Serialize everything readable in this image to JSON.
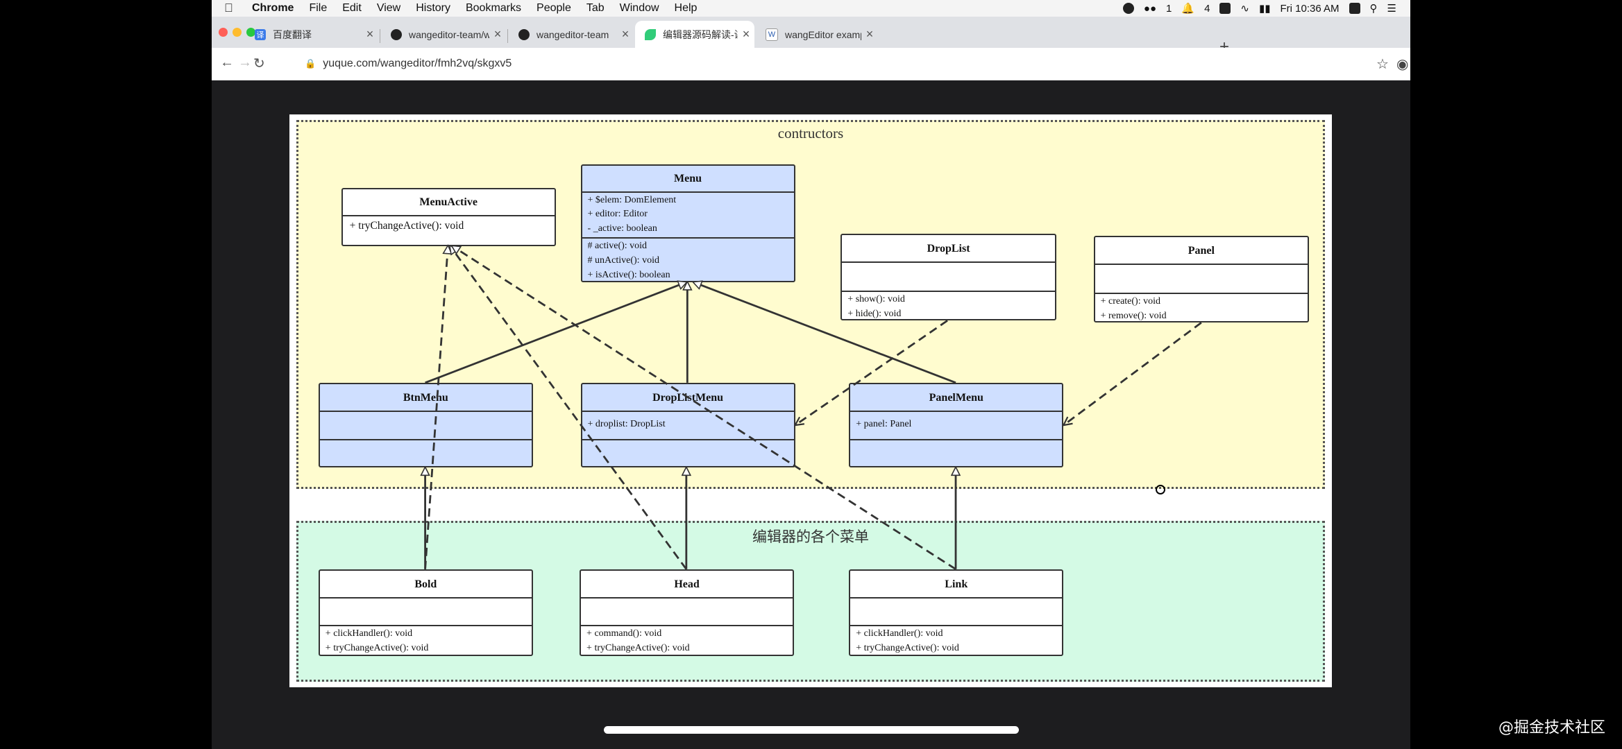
{
  "menubar": {
    "app": "Chrome",
    "items": [
      "File",
      "Edit",
      "View",
      "History",
      "Bookmarks",
      "People",
      "Tab",
      "Window",
      "Help"
    ],
    "wechat_count": "1",
    "bell_count": "4",
    "clock": "Fri 10:36 AM"
  },
  "tabs": [
    {
      "title": "百度翻译",
      "icon": "baidu-translate-icon",
      "icon_text": "译"
    },
    {
      "title": "wangeditor-team/we-next: we",
      "icon": "github-icon"
    },
    {
      "title": "wangeditor-team",
      "icon": "github-icon"
    },
    {
      "title": "编辑器源码解读-讲义 · 语雀",
      "icon": "yuque-icon"
    },
    {
      "title": "wangEditor example",
      "icon": "wangeditor-icon",
      "icon_text": "W"
    }
  ],
  "address": {
    "url": "yuque.com/wangeditor/fmh2vq/skgxv5"
  },
  "diagram": {
    "packages": {
      "top": "contructors",
      "bottom": "编辑器的各个菜单"
    },
    "classes": {
      "menu_active": {
        "name": "MenuActive",
        "methods": [
          "+ tryChangeActive(): void"
        ]
      },
      "menu": {
        "name": "Menu",
        "fields": [
          "+ $elem: DomElement",
          "+ editor: Editor",
          "- _active: boolean"
        ],
        "methods": [
          "# active(): void",
          "# unActive(): void",
          "+ isActive(): boolean"
        ]
      },
      "drop_list": {
        "name": "DropList",
        "methods": [
          "+ show(): void",
          "+ hide(): void"
        ]
      },
      "panel": {
        "name": "Panel",
        "methods": [
          "+ create(): void",
          "+ remove(): void"
        ]
      },
      "btn_menu": {
        "name": "BtnMenu"
      },
      "drop_list_menu": {
        "name": "DropListMenu",
        "fields": [
          "+ droplist: DropList"
        ]
      },
      "panel_menu": {
        "name": "PanelMenu",
        "fields": [
          "+ panel: Panel"
        ]
      },
      "bold": {
        "name": "Bold",
        "methods": [
          "+ clickHandler(): void",
          "+ tryChangeActive(): void"
        ]
      },
      "head": {
        "name": "Head",
        "methods": [
          "+ command(): void",
          "+ tryChangeActive(): void"
        ]
      },
      "link": {
        "name": "Link",
        "methods": [
          "+ clickHandler(): void",
          "+ tryChangeActive(): void"
        ]
      }
    }
  },
  "watermark": "@掘金技术社区",
  "colors": {
    "pkg_top_bg": "#fffccf",
    "pkg_bottom_bg": "#d4fae5",
    "class_blue": "#cfdfff",
    "tab_active": "#ffffff"
  }
}
